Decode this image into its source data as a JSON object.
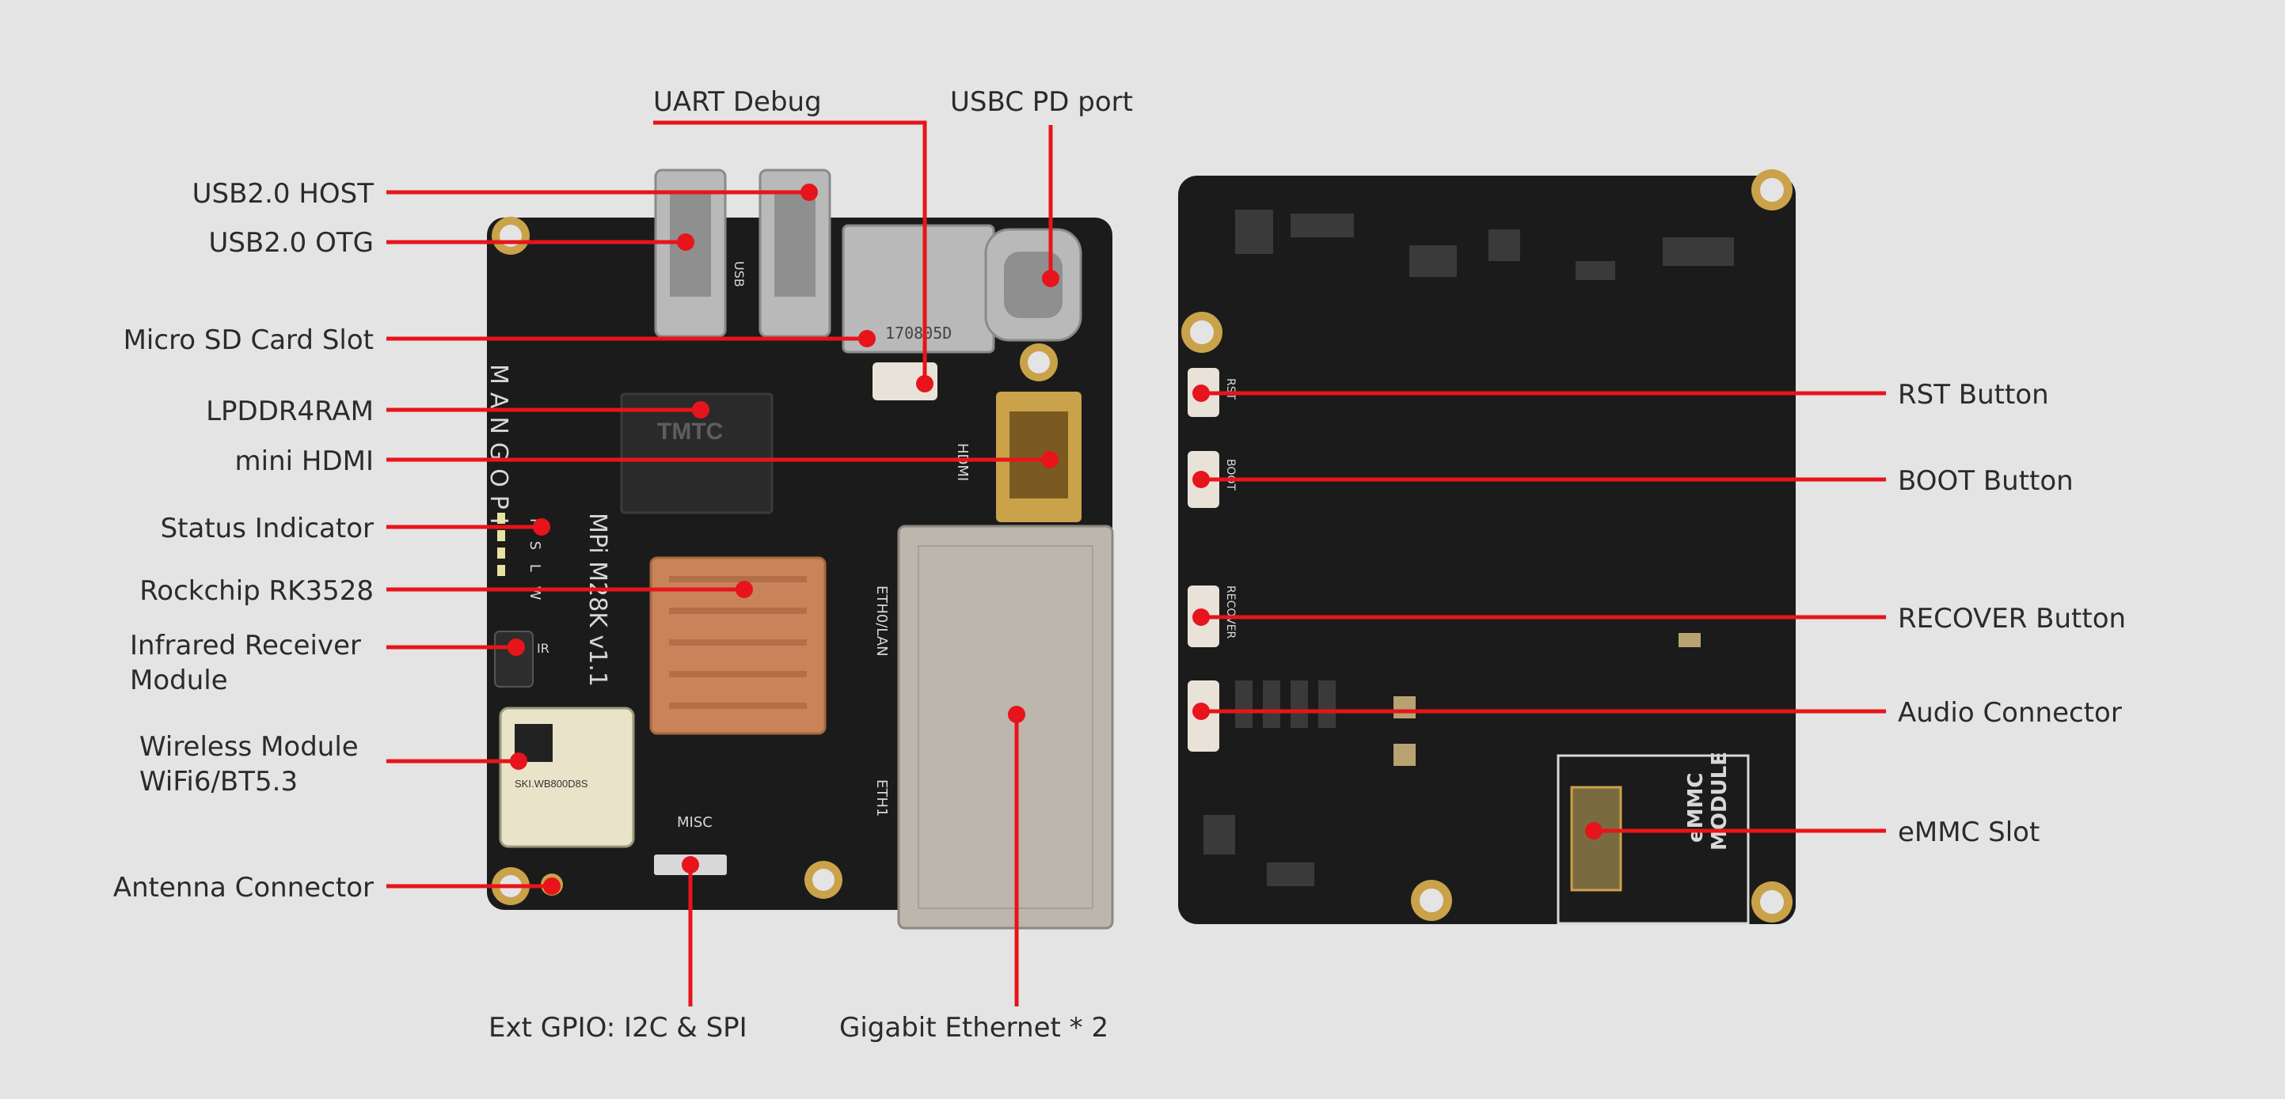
{
  "labels": {
    "uart_debug": "UART Debug",
    "usbc_pd_port": "USBC PD port",
    "usb2_host": "USB2.0 HOST",
    "usb2_otg": "USB2.0 OTG",
    "micro_sd": "Micro SD Card Slot",
    "lpddr4": "LPDDR4RAM",
    "mini_hdmi": "mini HDMI",
    "status_indicator": "Status Indicator",
    "rockchip": "Rockchip RK3528",
    "infrared_1": "Infrared Receiver",
    "infrared_2": "Module",
    "wireless_1": "Wireless Module",
    "wireless_2": "WiFi6/BT5.3",
    "antenna": "Antenna Connector",
    "ext_gpio": "Ext GPIO: I2C & SPI",
    "gigabit": "Gigabit Ethernet * 2",
    "rst": "RST Button",
    "boot": "BOOT Button",
    "recover": "RECOVER Button",
    "audio": "Audio Connector",
    "emmc": "eMMC Slot"
  },
  "silkscreen": {
    "brand": "MANGOPI",
    "model": "MPi M28K v1.1",
    "chip_logo": "TMTC",
    "sd_code": "170805D",
    "hdmi": "HDMI",
    "eth0": "ETH0/LAN",
    "eth1": "ETH1",
    "misc": "MISC",
    "ir": "IR",
    "usb": "USB",
    "status_letters": "P S L W",
    "rst": "RST",
    "boot": "BOOT",
    "recover": "RECOVER",
    "emmc_1": "eMMC",
    "emmc_2": "MODULE",
    "wifi_module_text": "SKI.WB800D8S"
  },
  "colors": {
    "leader_line": "#e8141b",
    "background": "#e4e4e4",
    "pcb": "#1b1b1b",
    "copper": "#c98359"
  }
}
